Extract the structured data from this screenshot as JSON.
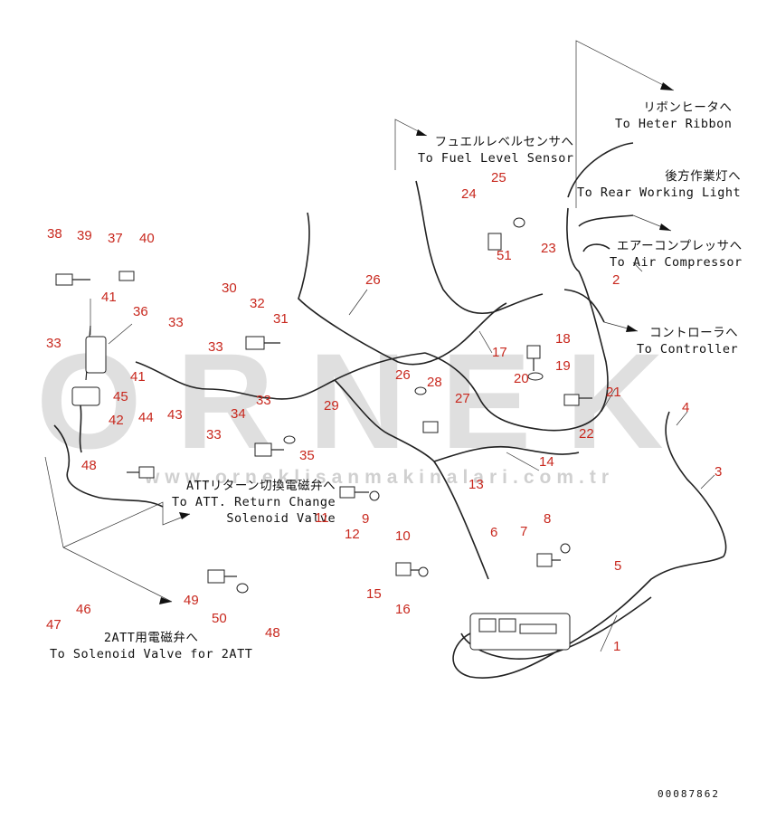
{
  "watermark": {
    "brand": "ORNEK",
    "url": "www.orneklisanmakinalari.com.tr"
  },
  "doc_id": "00087862",
  "destinations": {
    "heater_ribbon": {
      "jp": "リボンヒータへ",
      "en": "To Heter Ribbon"
    },
    "fuel_level_sensor": {
      "jp": "フュエルレベルセンサへ",
      "en": "To Fuel Level Sensor"
    },
    "rear_working_light": {
      "jp": "後方作業灯へ",
      "en": "To Rear Working Light"
    },
    "air_compressor": {
      "jp": "エアーコンプレッサへ",
      "en": "To Air Compressor"
    },
    "controller": {
      "jp": "コントローラへ",
      "en": "To Controller"
    },
    "att_return": {
      "jp": "ATTリターン切換電磁弁へ",
      "en1": "To ATT. Return Change",
      "en2": "Solenoid Valve"
    },
    "solenoid_2att": {
      "jp": "2ATT用電磁弁へ",
      "en": "To Solenoid Valve for 2ATT"
    }
  },
  "callouts": [
    {
      "id": "c38",
      "label": "38"
    },
    {
      "id": "c39",
      "label": "39"
    },
    {
      "id": "c37",
      "label": "37"
    },
    {
      "id": "c40",
      "label": "40"
    },
    {
      "id": "c41a",
      "label": "41"
    },
    {
      "id": "c36",
      "label": "36"
    },
    {
      "id": "c33a",
      "label": "33"
    },
    {
      "id": "c33b",
      "label": "33"
    },
    {
      "id": "c41b",
      "label": "41"
    },
    {
      "id": "c45",
      "label": "45"
    },
    {
      "id": "c42",
      "label": "42"
    },
    {
      "id": "c44",
      "label": "44"
    },
    {
      "id": "c43",
      "label": "43"
    },
    {
      "id": "c48a",
      "label": "48"
    },
    {
      "id": "c30",
      "label": "30"
    },
    {
      "id": "c32",
      "label": "32"
    },
    {
      "id": "c31",
      "label": "31"
    },
    {
      "id": "c33c",
      "label": "33"
    },
    {
      "id": "c33d",
      "label": "33"
    },
    {
      "id": "c34",
      "label": "34"
    },
    {
      "id": "c33e",
      "label": "33"
    },
    {
      "id": "c35",
      "label": "35"
    },
    {
      "id": "c26a",
      "label": "26"
    },
    {
      "id": "c29",
      "label": "29"
    },
    {
      "id": "c26b",
      "label": "26"
    },
    {
      "id": "c28",
      "label": "28"
    },
    {
      "id": "c27",
      "label": "27"
    },
    {
      "id": "c24",
      "label": "24"
    },
    {
      "id": "c25",
      "label": "25"
    },
    {
      "id": "c51",
      "label": "51"
    },
    {
      "id": "c23",
      "label": "23"
    },
    {
      "id": "c2",
      "label": "2"
    },
    {
      "id": "c17",
      "label": "17"
    },
    {
      "id": "c18",
      "label": "18"
    },
    {
      "id": "c19",
      "label": "19"
    },
    {
      "id": "c20",
      "label": "20"
    },
    {
      "id": "c21",
      "label": "21"
    },
    {
      "id": "c22",
      "label": "22"
    },
    {
      "id": "c14",
      "label": "14"
    },
    {
      "id": "c13",
      "label": "13"
    },
    {
      "id": "c11",
      "label": "11"
    },
    {
      "id": "c9",
      "label": "9"
    },
    {
      "id": "c12",
      "label": "12"
    },
    {
      "id": "c10",
      "label": "10"
    },
    {
      "id": "c6",
      "label": "6"
    },
    {
      "id": "c7",
      "label": "7"
    },
    {
      "id": "c8",
      "label": "8"
    },
    {
      "id": "c5",
      "label": "5"
    },
    {
      "id": "c4",
      "label": "4"
    },
    {
      "id": "c3",
      "label": "3"
    },
    {
      "id": "c15",
      "label": "15"
    },
    {
      "id": "c16",
      "label": "16"
    },
    {
      "id": "c1",
      "label": "1"
    },
    {
      "id": "c49",
      "label": "49"
    },
    {
      "id": "c50",
      "label": "50"
    },
    {
      "id": "c48b",
      "label": "48"
    },
    {
      "id": "c47",
      "label": "47"
    },
    {
      "id": "c46",
      "label": "46"
    }
  ]
}
